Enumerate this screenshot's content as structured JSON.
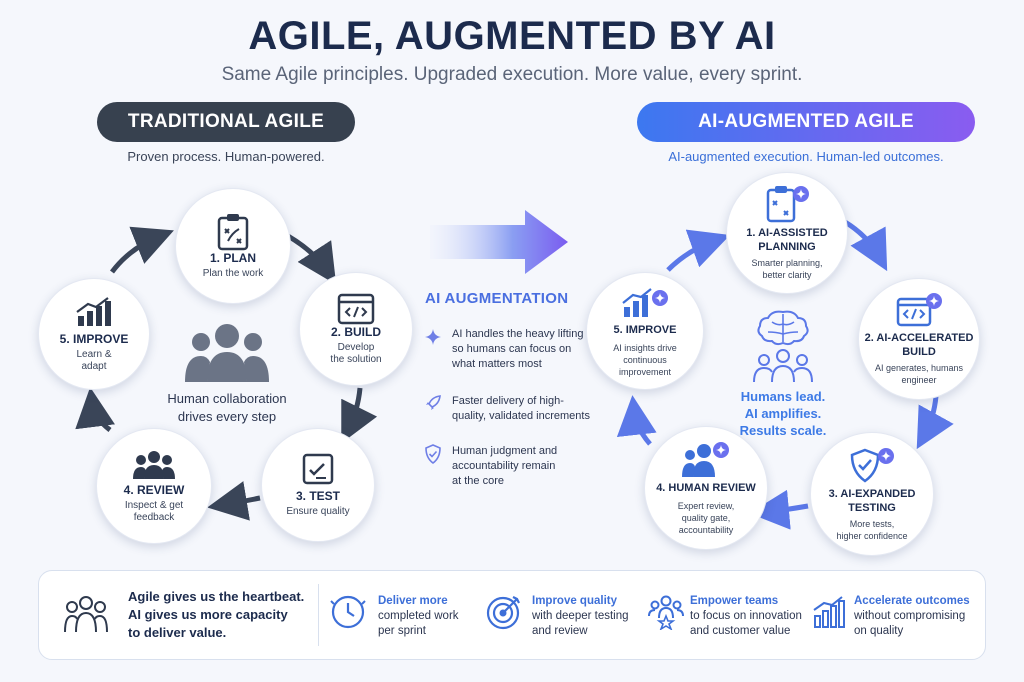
{
  "header": {
    "title": "AGILE, AUGMENTED BY AI",
    "subtitle": "Same Agile principles. Upgraded execution. More value, every sprint."
  },
  "traditional": {
    "label": "TRADITIONAL AGILE",
    "tagline": "Proven process. Human-powered.",
    "center_line1": "Human collaboration",
    "center_line2": "drives every step",
    "steps": [
      {
        "title": "1. PLAN",
        "desc1": "Plan the work",
        "desc2": "",
        "icon": "clipboard-strategy-icon"
      },
      {
        "title": "2. BUILD",
        "desc1": "Develop",
        "desc2": "the solution",
        "icon": "code-window-icon"
      },
      {
        "title": "3. TEST",
        "desc1": "Ensure quality",
        "desc2": "",
        "icon": "checklist-icon"
      },
      {
        "title": "4. REVIEW",
        "desc1": "Inspect & get",
        "desc2": "feedback",
        "icon": "team-icon"
      },
      {
        "title": "5. IMPROVE",
        "desc1": "Learn &",
        "desc2": "adapt",
        "icon": "growth-chart-icon"
      }
    ]
  },
  "augmentation": {
    "title": "AI AUGMENTATION",
    "items": [
      {
        "lines": [
          "AI handles the heavy lifting",
          "so humans can focus on",
          "what matters most"
        ],
        "icon": "sparkle-icon"
      },
      {
        "lines": [
          "Faster delivery of high-",
          "quality, validated increments"
        ],
        "icon": "rocket-icon"
      },
      {
        "lines": [
          "Human judgment and",
          "accountability remain",
          "at the core"
        ],
        "icon": "shield-check-icon"
      }
    ]
  },
  "ai_augmented": {
    "label": "AI-AUGMENTED AGILE",
    "tagline": "AI-augmented execution. Human-led outcomes.",
    "center_lines": [
      "Humans lead.",
      "AI amplifies.",
      "Results scale."
    ],
    "steps": [
      {
        "title1": "1. AI-ASSISTED",
        "title2": "PLANNING",
        "desc1": "Smarter planning,",
        "desc2": "better clarity",
        "icon": "clipboard-ai-icon"
      },
      {
        "title1": "2. AI-ACCELERATED",
        "title2": "BUILD",
        "desc1": "AI generates, humans",
        "desc2": "engineer",
        "icon": "code-ai-icon"
      },
      {
        "title1": "3. AI-EXPANDED",
        "title2": "TESTING",
        "desc1": "More tests,",
        "desc2": "higher confidence",
        "icon": "shield-ai-icon"
      },
      {
        "title1": "4. HUMAN REVIEW",
        "title2": "",
        "desc1": "Expert review,",
        "desc2": "quality gate,",
        "desc3": "accountability",
        "icon": "people-ai-icon"
      },
      {
        "title1": "5. IMPROVE",
        "title2": "",
        "desc1": "AI insights drive",
        "desc2": "continuous",
        "desc3": "improvement",
        "icon": "chart-ai-icon"
      }
    ]
  },
  "bottom": {
    "heartbeat_lines": [
      "Agile gives us the heartbeat.",
      "AI gives us more capacity",
      "to deliver value."
    ],
    "benefits": [
      {
        "bold": "Deliver more",
        "lines": [
          "completed work",
          "per sprint"
        ],
        "icon": "clock-icon"
      },
      {
        "bold": "Improve quality",
        "lines": [
          "with deeper testing",
          "and review"
        ],
        "icon": "target-icon"
      },
      {
        "bold": "Empower teams",
        "lines": [
          "to focus on innovation",
          "and customer value"
        ],
        "icon": "team-star-icon"
      },
      {
        "bold": "Accelerate outcomes",
        "lines": [
          "without compromising",
          "on quality"
        ],
        "icon": "bar-chart-icon"
      }
    ]
  },
  "colors": {
    "navy": "#1c2b4d",
    "accent_blue": "#3d7ae6",
    "accent_purple": "#8a5cf0",
    "slate": "#37414f"
  }
}
